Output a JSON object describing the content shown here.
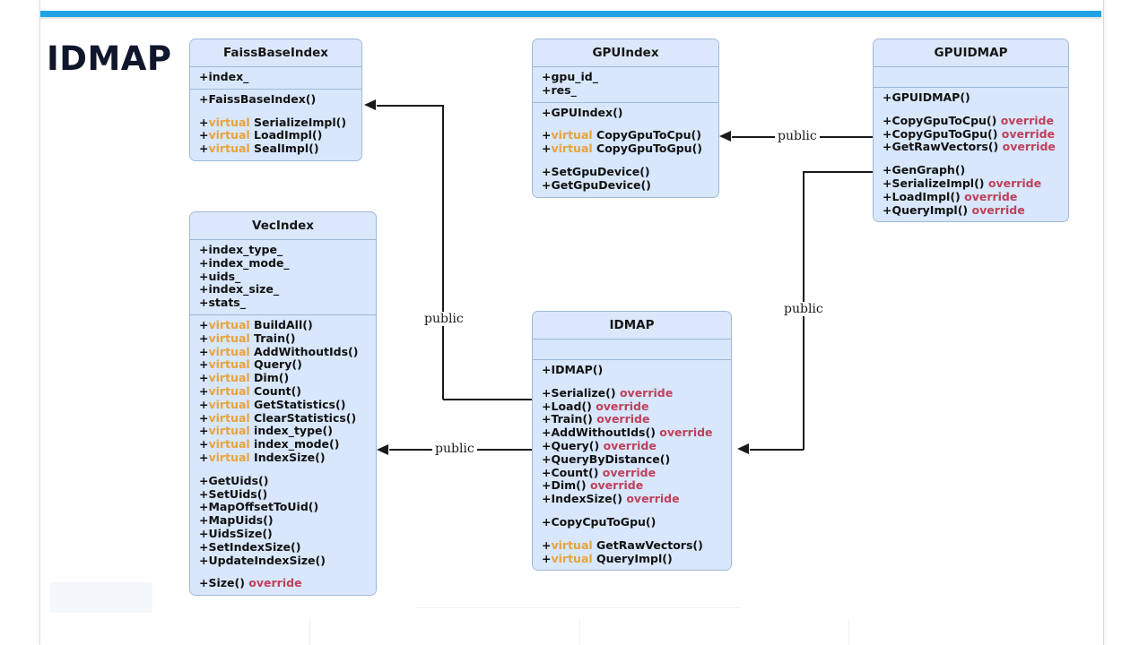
{
  "slide": {
    "title": "IDMAP",
    "accent_color": "#1fa3e4",
    "box_fill": "#d8e7fb",
    "box_border": "#9fb8d8",
    "virtual_color": "#e8a33d",
    "override_color": "#c0405a"
  },
  "classes": {
    "faiss_base_index": {
      "name": "FaissBaseIndex",
      "attributes": [
        [
          {
            "t": "+index_"
          }
        ]
      ],
      "methods": [
        [
          [
            {
              "t": "+FaissBaseIndex()"
            }
          ]
        ],
        [
          [
            {
              "t": "+"
            },
            {
              "t": "virtual",
              "k": "virtual"
            },
            {
              "t": " SerializeImpl()"
            }
          ],
          [
            {
              "t": "+"
            },
            {
              "t": "virtual",
              "k": "virtual"
            },
            {
              "t": " LoadImpl()"
            }
          ],
          [
            {
              "t": "+"
            },
            {
              "t": "virtual",
              "k": "virtual"
            },
            {
              "t": " SealImpl()"
            }
          ]
        ]
      ]
    },
    "gpu_index": {
      "name": "GPUIndex",
      "attributes": [
        [
          {
            "t": "+gpu_id_"
          }
        ],
        [
          {
            "t": "+res_"
          }
        ]
      ],
      "methods": [
        [
          [
            {
              "t": "+GPUIndex()"
            }
          ]
        ],
        [
          [
            {
              "t": "+"
            },
            {
              "t": "virtual",
              "k": "virtual"
            },
            {
              "t": " CopyGpuToCpu()"
            }
          ],
          [
            {
              "t": "+"
            },
            {
              "t": "virtual",
              "k": "virtual"
            },
            {
              "t": " CopyGpuToGpu()"
            }
          ]
        ],
        [
          [
            {
              "t": "+SetGpuDevice()"
            }
          ],
          [
            {
              "t": "+GetGpuDevice()"
            }
          ]
        ]
      ]
    },
    "gpuidmap": {
      "name": "GPUIDMAP",
      "attributes": [],
      "methods": [
        [
          [
            {
              "t": "+GPUIDMAP()"
            }
          ]
        ],
        [
          [
            {
              "t": "+CopyGpuToCpu() "
            },
            {
              "t": "override",
              "k": "override"
            }
          ],
          [
            {
              "t": "+CopyGpuToGpu() "
            },
            {
              "t": "override",
              "k": "override"
            }
          ],
          [
            {
              "t": "+GetRawVectors() "
            },
            {
              "t": "override",
              "k": "override"
            }
          ]
        ],
        [
          [
            {
              "t": "+GenGraph()"
            }
          ],
          [
            {
              "t": "+SerializeImpl() "
            },
            {
              "t": "override",
              "k": "override"
            }
          ],
          [
            {
              "t": "+LoadImpl() "
            },
            {
              "t": "override",
              "k": "override"
            }
          ],
          [
            {
              "t": "+QueryImpl() "
            },
            {
              "t": "override",
              "k": "override"
            }
          ]
        ]
      ]
    },
    "vec_index": {
      "name": "VecIndex",
      "attributes": [
        [
          {
            "t": "+index_type_"
          }
        ],
        [
          {
            "t": "+index_mode_"
          }
        ],
        [
          {
            "t": "+uids_"
          }
        ],
        [
          {
            "t": "+index_size_"
          }
        ],
        [
          {
            "t": "+stats_"
          }
        ]
      ],
      "methods": [
        [
          [
            {
              "t": "+"
            },
            {
              "t": "virtual",
              "k": "virtual"
            },
            {
              "t": " BuildAll()"
            }
          ],
          [
            {
              "t": "+"
            },
            {
              "t": "virtual",
              "k": "virtual"
            },
            {
              "t": " Train()"
            }
          ],
          [
            {
              "t": "+"
            },
            {
              "t": "virtual",
              "k": "virtual"
            },
            {
              "t": " AddWithoutIds()"
            }
          ],
          [
            {
              "t": "+"
            },
            {
              "t": "virtual",
              "k": "virtual"
            },
            {
              "t": " Query()"
            }
          ],
          [
            {
              "t": "+"
            },
            {
              "t": "virtual",
              "k": "virtual"
            },
            {
              "t": " Dim()"
            }
          ],
          [
            {
              "t": "+"
            },
            {
              "t": "virtual",
              "k": "virtual"
            },
            {
              "t": " Count()"
            }
          ],
          [
            {
              "t": "+"
            },
            {
              "t": "virtual",
              "k": "virtual"
            },
            {
              "t": " GetStatistics()"
            }
          ],
          [
            {
              "t": "+"
            },
            {
              "t": "virtual",
              "k": "virtual"
            },
            {
              "t": " ClearStatistics()"
            }
          ],
          [
            {
              "t": "+"
            },
            {
              "t": "virtual",
              "k": "virtual"
            },
            {
              "t": " index_type()"
            }
          ],
          [
            {
              "t": "+"
            },
            {
              "t": "virtual",
              "k": "virtual"
            },
            {
              "t": " index_mode()"
            }
          ],
          [
            {
              "t": "+"
            },
            {
              "t": "virtual",
              "k": "virtual"
            },
            {
              "t": " IndexSize()"
            }
          ]
        ],
        [
          [
            {
              "t": "+GetUids()"
            }
          ],
          [
            {
              "t": "+SetUids()"
            }
          ],
          [
            {
              "t": "+MapOffsetToUid()"
            }
          ],
          [
            {
              "t": "+MapUids()"
            }
          ],
          [
            {
              "t": "+UidsSize()"
            }
          ],
          [
            {
              "t": "+SetIndexSize()"
            }
          ],
          [
            {
              "t": "+UpdateIndexSize()"
            }
          ]
        ],
        [
          [
            {
              "t": "+Size() "
            },
            {
              "t": "override",
              "k": "override"
            }
          ]
        ]
      ]
    },
    "idmap": {
      "name": "IDMAP",
      "attributes": [],
      "methods": [
        [
          [
            {
              "t": "+IDMAP()"
            }
          ]
        ],
        [
          [
            {
              "t": "+Serialize() "
            },
            {
              "t": "override",
              "k": "override"
            }
          ],
          [
            {
              "t": "+Load() "
            },
            {
              "t": "override",
              "k": "override"
            }
          ],
          [
            {
              "t": "+Train() "
            },
            {
              "t": "override",
              "k": "override"
            }
          ],
          [
            {
              "t": "+AddWithoutIds() "
            },
            {
              "t": "override",
              "k": "override"
            }
          ],
          [
            {
              "t": "+Query() "
            },
            {
              "t": "override",
              "k": "override"
            }
          ],
          [
            {
              "t": "+QueryByDistance()"
            }
          ],
          [
            {
              "t": "+Count() "
            },
            {
              "t": "override",
              "k": "override"
            }
          ],
          [
            {
              "t": "+Dim() "
            },
            {
              "t": "override",
              "k": "override"
            }
          ],
          [
            {
              "t": "+IndexSize() "
            },
            {
              "t": "override",
              "k": "override"
            }
          ]
        ],
        [
          [
            {
              "t": "+CopyCpuToGpu()"
            }
          ]
        ],
        [
          [
            {
              "t": "+"
            },
            {
              "t": "virtual",
              "k": "virtual"
            },
            {
              "t": " GetRawVectors()"
            }
          ],
          [
            {
              "t": "+"
            },
            {
              "t": "virtual",
              "k": "virtual"
            },
            {
              "t": " QueryImpl()"
            }
          ]
        ]
      ]
    }
  },
  "relations": {
    "idmap_to_faiss": {
      "label": "public"
    },
    "idmap_to_vecindex": {
      "label": "public"
    },
    "gpuidmap_to_gpuindex": {
      "label": "public"
    },
    "gpuidmap_to_idmap": {
      "label": "public"
    }
  }
}
